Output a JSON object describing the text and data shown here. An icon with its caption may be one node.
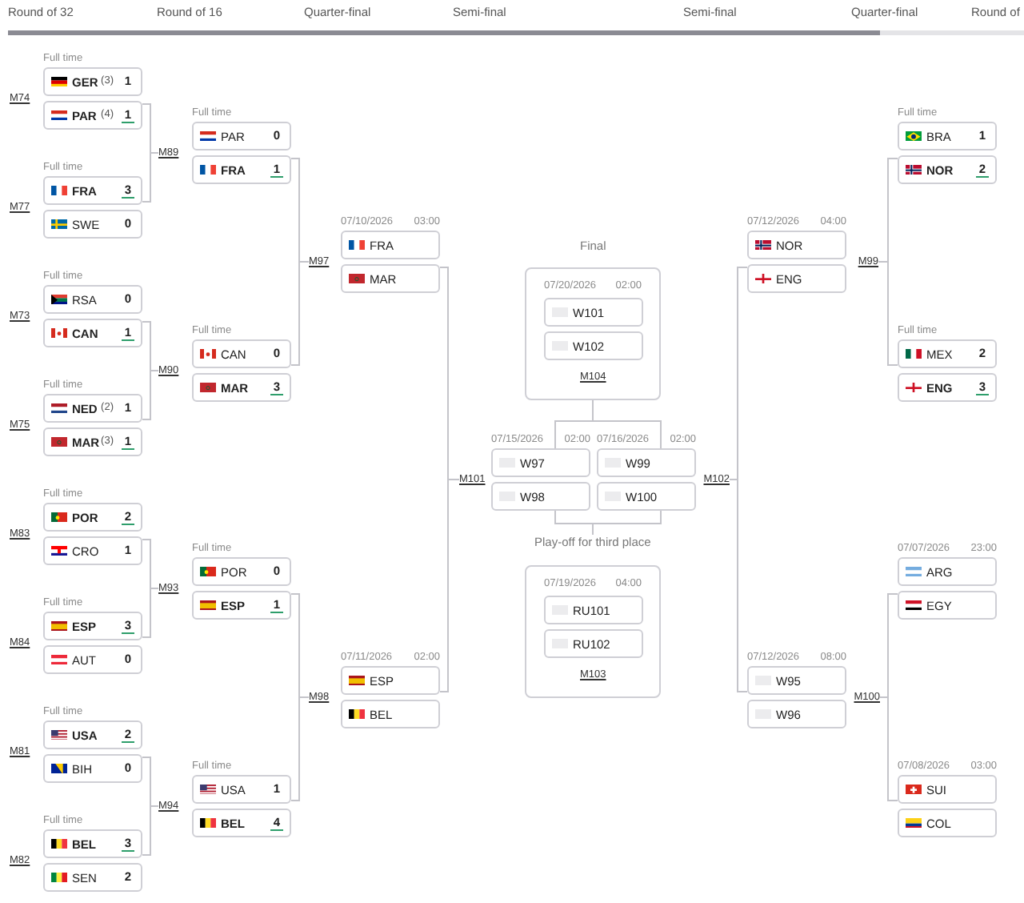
{
  "diagram": {
    "nodes": [
      {
        "text": [
          "GER",
          "(3)",
          "1"
        ],
        "beside": [
          "Full time"
        ]
      },
      {
        "text": [
          "PAR",
          "(4)",
          "1"
        ]
      },
      {
        "text": [
          "FRA",
          "3"
        ],
        "beside": [
          "Full time"
        ]
      },
      {
        "text": [
          "SWE",
          "0"
        ]
      },
      {
        "text": [
          "RSA",
          "0"
        ],
        "beside": [
          "Full time"
        ]
      },
      {
        "text": [
          "CAN",
          "1"
        ]
      },
      {
        "text": [
          "NED",
          "(2)",
          "1"
        ],
        "beside": [
          "Full time"
        ]
      },
      {
        "text": [
          "MAR",
          "(3)",
          "1"
        ]
      },
      {
        "text": [
          "POR",
          "2"
        ],
        "beside": [
          "Full time"
        ]
      },
      {
        "text": [
          "CRO",
          "1"
        ]
      },
      {
        "text": [
          "ESP",
          "3"
        ],
        "beside": [
          "Full time"
        ]
      },
      {
        "text": [
          "AUT",
          "0"
        ]
      },
      {
        "text": [
          "USA",
          "2"
        ],
        "beside": [
          "Full time"
        ]
      },
      {
        "text": [
          "BIH",
          "0"
        ]
      },
      {
        "text": [
          "BEL",
          "3"
        ],
        "beside": [
          "Full time"
        ]
      },
      {
        "text": [
          "SEN",
          "2"
        ]
      },
      {
        "text": [
          "M89"
        ]
      },
      {
        "text": [
          "M90"
        ]
      },
      {
        "text": [
          "M93"
        ]
      },
      {
        "text": [
          "M94"
        ]
      },
      {
        "text": [
          "PAR",
          "0"
        ],
        "beside": [
          "Full time"
        ]
      },
      {
        "text": [
          "FRA",
          "1"
        ]
      },
      {
        "text": [
          "CAN",
          "0"
        ],
        "beside": [
          "Full time"
        ]
      },
      {
        "text": [
          "MAR",
          "3"
        ]
      },
      {
        "text": [
          "POR",
          "0"
        ],
        "beside": [
          "Full time"
        ]
      },
      {
        "text": [
          "ESP",
          "1"
        ]
      },
      {
        "text": [
          "USA",
          "1"
        ],
        "beside": [
          "Full time"
        ]
      },
      {
        "text": [
          "BEL",
          "4"
        ]
      },
      {
        "text": [
          "M97"
        ]
      },
      {
        "text": [
          "M98"
        ]
      },
      {
        "text": [
          "FRA"
        ],
        "beside": [
          "07/10/2026",
          "03:00"
        ]
      },
      {
        "text": [
          "MAR"
        ]
      },
      {
        "text": [
          "ESP"
        ],
        "beside": [
          "07/11/2026",
          "02:00"
        ]
      },
      {
        "text": [
          "BEL"
        ]
      },
      {
        "text": [
          "M101"
        ]
      },
      {
        "text": [
          "Final",
          "07/20/2026",
          "02:00",
          "M104"
        ]
      },
      {
        "text": [
          "W101"
        ],
        "in": 35
      },
      {
        "text": [
          "W102"
        ],
        "in": 35
      },
      {
        "text": [
          "W97"
        ],
        "beside": [
          "07/15/2026",
          "02:00"
        ]
      },
      {
        "text": [
          "W98"
        ]
      },
      {
        "text": [
          "W99"
        ],
        "beside": [
          "07/16/2026",
          "02:00"
        ]
      },
      {
        "text": [
          "W100"
        ]
      },
      {
        "text": [
          "Play-off for third place",
          "07/19/2026",
          "04:00",
          "M103"
        ]
      },
      {
        "text": [
          "RU101"
        ],
        "in": 42
      },
      {
        "text": [
          "RU102"
        ],
        "in": 42
      },
      {
        "text": [
          "M102"
        ]
      },
      {
        "text": [
          "NOR"
        ],
        "beside": [
          "07/12/2026",
          "04:00"
        ]
      },
      {
        "text": [
          "ENG"
        ]
      },
      {
        "text": [
          "W95"
        ],
        "beside": [
          "07/12/2026",
          "08:00"
        ]
      },
      {
        "text": [
          "W96"
        ]
      },
      {
        "text": [
          "M99"
        ]
      },
      {
        "text": [
          "M100"
        ]
      },
      {
        "text": [
          "BRA",
          "1"
        ],
        "beside": [
          "Full time"
        ]
      },
      {
        "text": [
          "NOR",
          "2"
        ]
      },
      {
        "text": [
          "MEX",
          "2"
        ],
        "beside": [
          "Full time"
        ]
      },
      {
        "text": [
          "ENG",
          "3"
        ]
      },
      {
        "text": [
          "ARG"
        ],
        "beside": [
          "07/07/2026",
          "23:00"
        ]
      },
      {
        "text": [
          "EGY"
        ]
      },
      {
        "text": [
          "SUI"
        ],
        "beside": [
          "07/08/2026",
          "03:00"
        ]
      },
      {
        "text": [
          "COL"
        ]
      }
    ],
    "edges": [
      {
        "from": 1,
        "to": 16,
        "arrow": "none"
      },
      {
        "from": 2,
        "to": 16,
        "arrow": "none"
      },
      {
        "from": 5,
        "to": 17,
        "arrow": "none"
      },
      {
        "from": 6,
        "to": 17,
        "arrow": "none"
      },
      {
        "from": 9,
        "to": 18,
        "arrow": "none"
      },
      {
        "from": 10,
        "to": 18,
        "arrow": "none"
      },
      {
        "from": 13,
        "to": 19,
        "arrow": "none"
      },
      {
        "from": 14,
        "to": 19,
        "arrow": "none"
      },
      {
        "from": 21,
        "to": 28,
        "arrow": "none"
      },
      {
        "from": 22,
        "to": 28,
        "arrow": "none"
      },
      {
        "from": 25,
        "to": 29,
        "arrow": "none"
      },
      {
        "from": 26,
        "to": 29,
        "arrow": "none"
      },
      {
        "from": 31,
        "to": 34,
        "arrow": "none"
      },
      {
        "from": 32,
        "to": 34,
        "arrow": "none"
      },
      {
        "from": 38,
        "to": 35,
        "arrow": "none"
      },
      {
        "from": 40,
        "to": 35,
        "arrow": "none"
      },
      {
        "from": 39,
        "to": 42,
        "arrow": "none"
      },
      {
        "from": 41,
        "to": 42,
        "arrow": "none"
      },
      {
        "from": 47,
        "to": 45,
        "arrow": "none"
      },
      {
        "from": 48,
        "to": 45,
        "arrow": "none"
      },
      {
        "from": 53,
        "to": 50,
        "arrow": "none"
      },
      {
        "from": 54,
        "to": 50,
        "arrow": "none"
      },
      {
        "from": 57,
        "to": 51,
        "arrow": "none"
      },
      {
        "from": 58,
        "to": 51,
        "arrow": "none"
      }
    ],
    "labels": [
      "Round of 32",
      "Round of 16",
      "Quarter-final",
      "Semi-final",
      "Semi-final",
      "Quarter-final",
      "Round of",
      "M74",
      "M77",
      "M73",
      "M75",
      "M83",
      "M84",
      "M81",
      "M82"
    ]
  }
}
